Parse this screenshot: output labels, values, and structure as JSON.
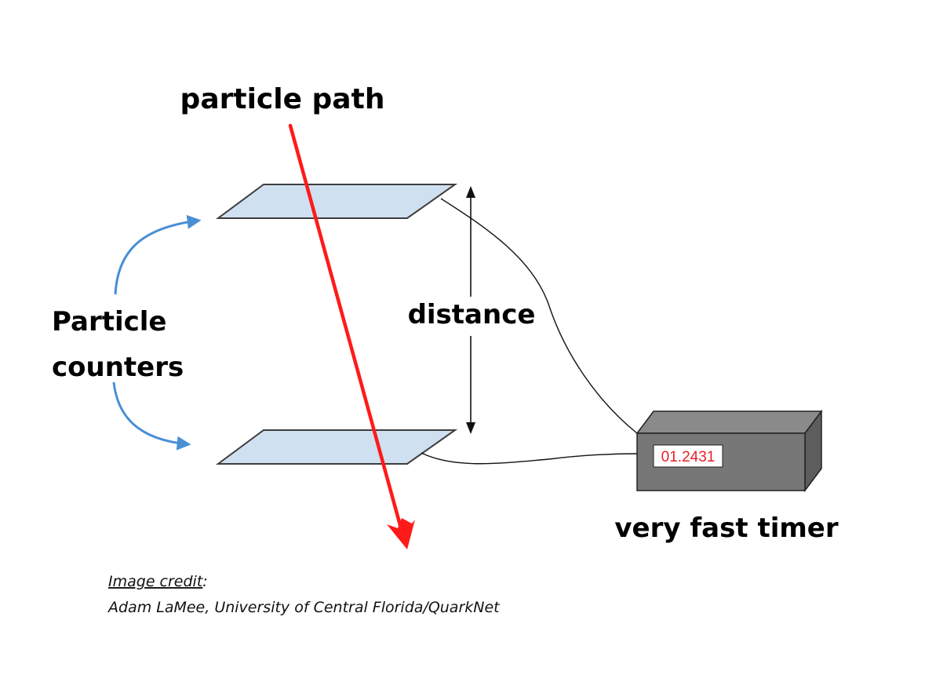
{
  "labels": {
    "particle_path": "particle path",
    "particle_counters_line1": "Particle",
    "particle_counters_line2": "counters",
    "distance": "distance",
    "timer": "very fast timer"
  },
  "timer": {
    "readout": "01.2431"
  },
  "credit": {
    "heading": "Image credit",
    "heading_suffix": ":",
    "text": "Adam LaMee, University of Central Florida/QuarkNet"
  },
  "colors": {
    "particle_path": "#ff1a1a",
    "counter_plate_fill": "#cfe0f1",
    "counter_plate_stroke": "#3d3d3d",
    "curved_arrow": "#4a8fd4",
    "timer_box": "#777777",
    "timer_readout": "#e8202a"
  },
  "icons": {
    "curved_arrow_top": "curved-arrow-icon",
    "curved_arrow_bottom": "curved-arrow-icon",
    "distance_arrow": "double-headed-arrow-icon"
  }
}
